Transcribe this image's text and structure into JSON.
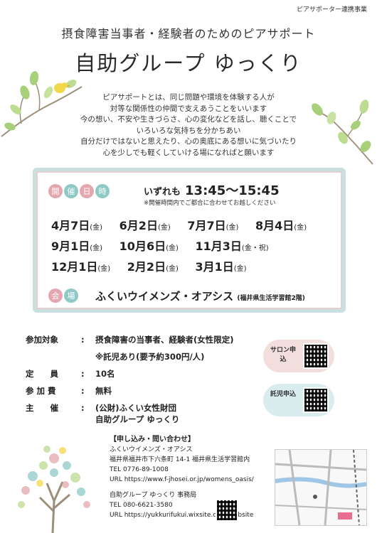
{
  "header": {
    "top_tag": "ピアサポーター連携事業",
    "subtitle": "摂食障害当事者・経験者のためのピアサポート",
    "title": "自助グループ ゆっくり"
  },
  "intro": [
    "ピアサポートとは、同じ問題や環境を体験する人が",
    "対等な関係性の仲間で支えあうことをいいます",
    "今の想い、不安や生きづらさ、心の変化などを話し、聴くことで",
    "いろいろな気持ちを分かちあい",
    "自分だけではないと思えたり、心の奥底にある想いに気づいたり",
    "心を少しでも軽くしていける場になればと願います"
  ],
  "schedule": {
    "label_chars": [
      "開",
      "催",
      "日",
      "時"
    ],
    "time_prefix": "いずれも",
    "time": "13:45〜15:45",
    "time_note": "※開催時間内でご都合に合わせてお越しください",
    "dates": [
      [
        {
          "md": "4月7日",
          "dow": "(金)"
        },
        {
          "md": "6月2日",
          "dow": "(金)"
        },
        {
          "md": "7月7日",
          "dow": "(金)"
        },
        {
          "md": "8月4日",
          "dow": "(金)"
        }
      ],
      [
        {
          "md": "9月1日",
          "dow": "(金)"
        },
        {
          "md": "10月6日",
          "dow": "(金)"
        },
        {
          "md": "11月3日",
          "dow": "(金・祝)"
        }
      ],
      [
        {
          "md": "12月1日",
          "dow": "(金)"
        },
        {
          "md": "2月2日",
          "dow": "(金)"
        },
        {
          "md": "3月1日",
          "dow": "(金)"
        }
      ]
    ],
    "venue_chars": [
      "会",
      "場"
    ],
    "venue": "ふくいウイメンズ・オアシス",
    "venue_sub": "(福井県生活学習館2階)"
  },
  "details": {
    "participants_key": "参加対象",
    "participants": "摂食障害の当事者、経験者(女性限定)",
    "childcare": "※託児あり(要予約300円/人)",
    "capacity_key": "定　　員",
    "capacity": "10名",
    "fee_key": "参 加 費",
    "fee": "無料",
    "host_key": "主　　催",
    "host1": "(公財)ふくい女性財団",
    "host2": "自助グループ ゆっくり",
    "separator": ":"
  },
  "qr": {
    "salon_label": "サロン申込",
    "child_label": "託児申込"
  },
  "contact": {
    "heading": "【申し込み・問い合わせ】",
    "org1": "ふくいウイメンズ・オアシス",
    "addr1": "福井県福井市下六条町 14-1 福井県生活学習館内",
    "tel1": "TEL 0776-89-1008",
    "url1": "URL https://www.f-jhosei.or.jp/womens_oasis/",
    "org2": "自助グループ ゆっくり 事務局",
    "tel2": "TEL 080-6621-3580",
    "url2": "URL https://yukkurifukui.wixsite.com/website"
  },
  "colors": {
    "pink": "#e3a7ad",
    "teal": "#8ec9c6",
    "leaf": "#a8cf7a",
    "bird": "#f1d84a"
  }
}
